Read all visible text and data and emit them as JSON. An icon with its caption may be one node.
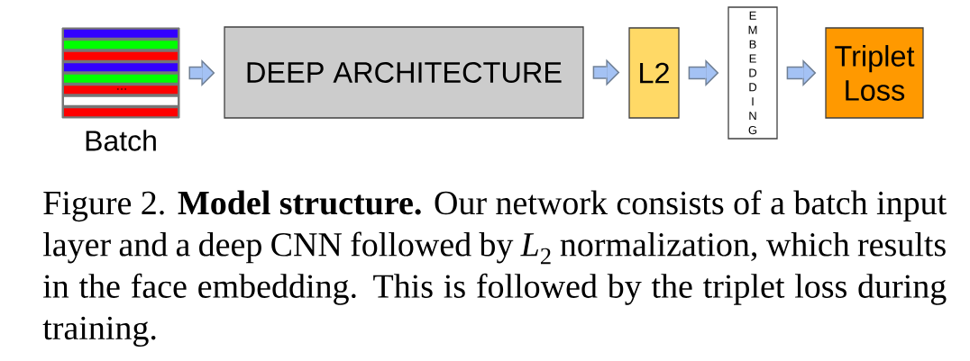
{
  "diagram": {
    "caption": "Figure 2. **Model structure.** Our network consists of a batch input layer and a deep CNN followed by *L*$_{2}$ normalization, which results in the face embedding. This is followed by the triplet loss during training.",
    "nodes": [
      {
        "text": [
          "...",
          "Batch"
        ]
      },
      {
        "text": [
          "DEEP ARCHITECTURE"
        ]
      },
      {
        "text": [
          "L2"
        ]
      },
      {
        "text": [
          "E M B E D D I N G"
        ]
      },
      {
        "text": [
          "Triplet Loss"
        ]
      }
    ],
    "edges": [
      {
        "from": 0,
        "to": 1,
        "arrow": "to"
      },
      {
        "from": 1,
        "to": 2,
        "arrow": "to"
      },
      {
        "from": 2,
        "to": 3,
        "arrow": "to"
      },
      {
        "from": 3,
        "to": 4,
        "arrow": "to"
      }
    ]
  }
}
